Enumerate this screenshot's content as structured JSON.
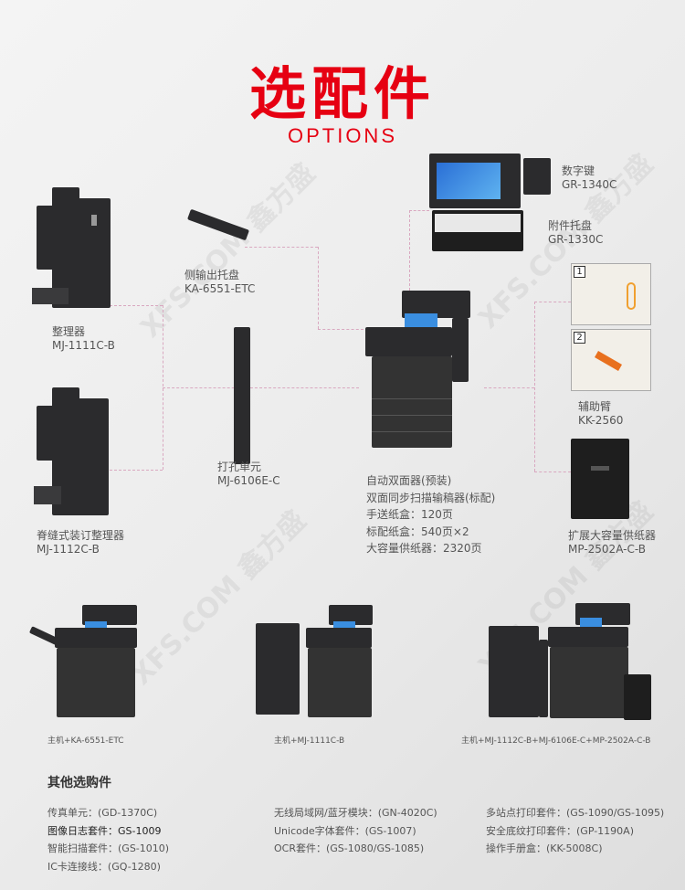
{
  "header": {
    "title": "选配件",
    "subtitle": "OPTIONS"
  },
  "watermark": "XFS.COM 鑫方盛",
  "options": {
    "finisher1": {
      "name": "整理器",
      "model": "MJ-1111C-B"
    },
    "side_tray": {
      "name": "侧输出托盘",
      "model": "KA-6551-ETC"
    },
    "keypad": {
      "name": "数字键",
      "model": "GR-1340C"
    },
    "attach_tray": {
      "name": "附件托盘",
      "model": "GR-1330C"
    },
    "assist_arm": {
      "name": "辅助臂",
      "model": "KK-2560",
      "steps": [
        "1",
        "2"
      ]
    },
    "finisher2": {
      "name": "脊缝式装订整理器",
      "model": "MJ-1112C-B"
    },
    "punch": {
      "name": "打孔单元",
      "model": "MJ-6106E-C"
    },
    "lcf": {
      "name": "扩展大容量供纸器",
      "model": "MP-2502A-C-B"
    }
  },
  "features": [
    "自动双面器(预装)",
    "双面同步扫描输稿器(标配)",
    "手送纸盒：120页",
    "标配纸盒：540页×2",
    "大容量供纸器：2320页"
  ],
  "configs": [
    "主机+KA-6551-ETC",
    "主机+MJ-1111C-B",
    "主机+MJ-1112C-B+MJ-6106E-C+MP-2502A-C-B"
  ],
  "others": {
    "title": "其他选购件",
    "col1": [
      "传真单元：(GD-1370C)",
      "图像日志套件：GS-1009",
      "智能扫描套件：(GS-1010)",
      "IC卡连接线：(GQ-1280)"
    ],
    "col2": [
      "无线局域网/蓝牙模块：(GN-4020C)",
      "Unicode字体套件：(GS-1007)",
      "OCR套件：(GS-1080/GS-1085)"
    ],
    "col3": [
      "多站点打印套件：(GS-1090/GS-1095)",
      "安全底纹打印套件：(GP-1190A)",
      "操作手册盒：(KK-5008C)"
    ]
  }
}
